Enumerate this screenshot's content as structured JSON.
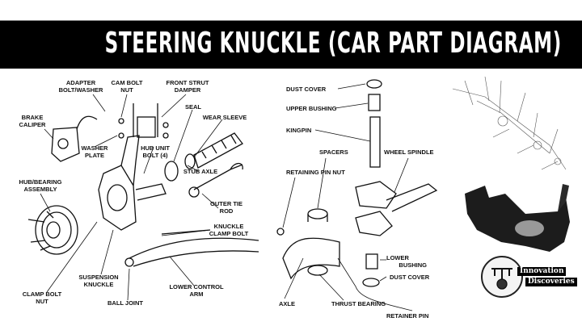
{
  "title": "STEERING KNUCKLE (CAR PART DIAGRAM)",
  "left_diagram": {
    "labels": {
      "adapter_bolt": [
        "ADAPTER",
        "BOLT/WASHER"
      ],
      "cam_bolt_nut": [
        "CAM BOLT",
        "NUT"
      ],
      "front_strut_damper": [
        "FRONT STRUT",
        "DAMPER"
      ],
      "seal": "SEAL",
      "wear_sleeve": "WEAR SLEEVE",
      "brake_caliper": [
        "BRAKE",
        "CALIPER"
      ],
      "washer_plate": [
        "WASHER",
        "PLATE"
      ],
      "hub_unit_bolt": [
        "HUB UNIT",
        "BOLT (4)"
      ],
      "stub_axle": "STUB AXLE",
      "hub_bearing": [
        "HUB/BEARING",
        "ASSEMBLY"
      ],
      "outer_tie_rod": [
        "OUTER TIE",
        "ROD"
      ],
      "knuckle_clamp_bolt": [
        "KNUCKLE",
        "CLAMP BOLT"
      ],
      "suspension_knuckle": [
        "SUSPENSION",
        "KNUCKLE"
      ],
      "lower_control_arm": [
        "LOWER CONTROL",
        "ARM"
      ],
      "clamp_bolt_nut": [
        "CLAMP BOLT",
        "NUT"
      ],
      "ball_joint": "BALL JOINT"
    }
  },
  "middle_diagram": {
    "labels": {
      "dust_cover_top": "DUST COVER",
      "upper_bushing": "UPPER BUSHING",
      "kingpin": "KINGPIN",
      "spacers": "SPACERS",
      "wheel_spindle": "WHEEL SPINDLE",
      "retaining_pin_nut": "RETAINING PIN NUT",
      "lower_bushing": [
        "LOWER",
        "BUSHING"
      ],
      "dust_cover_bottom": "DUST COVER",
      "axle": "AXLE",
      "thrust_bearing": "THRUST BEARING",
      "retainer_pin": "RETAINER PIN"
    }
  },
  "logo": {
    "line1": "Innovation",
    "line2": "Discoveries"
  }
}
